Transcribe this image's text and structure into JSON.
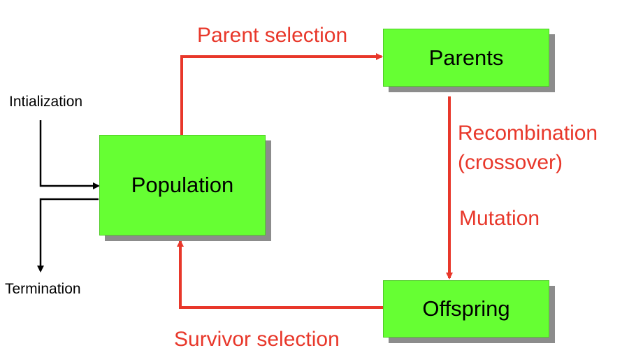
{
  "colors": {
    "box_fill": "#66ff33",
    "box_shadow": "#8c8c8c",
    "red_flow": "#e8372a",
    "black_flow": "#000000"
  },
  "nodes": {
    "population": "Population",
    "parents": "Parents",
    "offspring": "Offspring"
  },
  "edges": {
    "parent_selection": "Parent selection",
    "recombination_line1": "Recombination",
    "recombination_line2": "(crossover)",
    "mutation": "Mutation",
    "survivor_selection": "Survivor selection",
    "initialization": "Intialization",
    "termination": "Termination"
  }
}
